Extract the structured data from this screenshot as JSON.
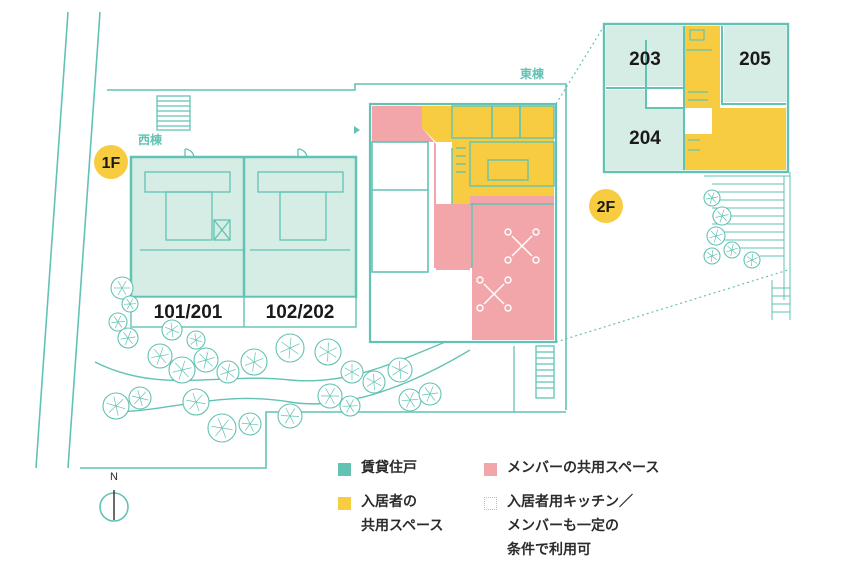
{
  "colors": {
    "teal": "#62c2b4",
    "teal_fill": "#d6ede6",
    "pink": "#f2a6aa",
    "yellow": "#f8cc40",
    "text_dark": "#1a1a1a"
  },
  "floor_badges": {
    "first": "1F",
    "second": "2F"
  },
  "wings": {
    "west": "西棟",
    "east": "東棟"
  },
  "units": {
    "u101": "101/201",
    "u102": "102/202",
    "u203": "203",
    "u204": "204",
    "u205": "205"
  },
  "compass": {
    "north": "N"
  },
  "legend": {
    "rental": "賃貸住戸",
    "member_common": "メンバーの共用スペース",
    "resident_common_l1": "入居者の",
    "resident_common_l2": "共用スペース",
    "kitchen_l1": "入居者用キッチン／",
    "kitchen_l2": "メンバーも一定の",
    "kitchen_l3": "条件で利用可"
  }
}
